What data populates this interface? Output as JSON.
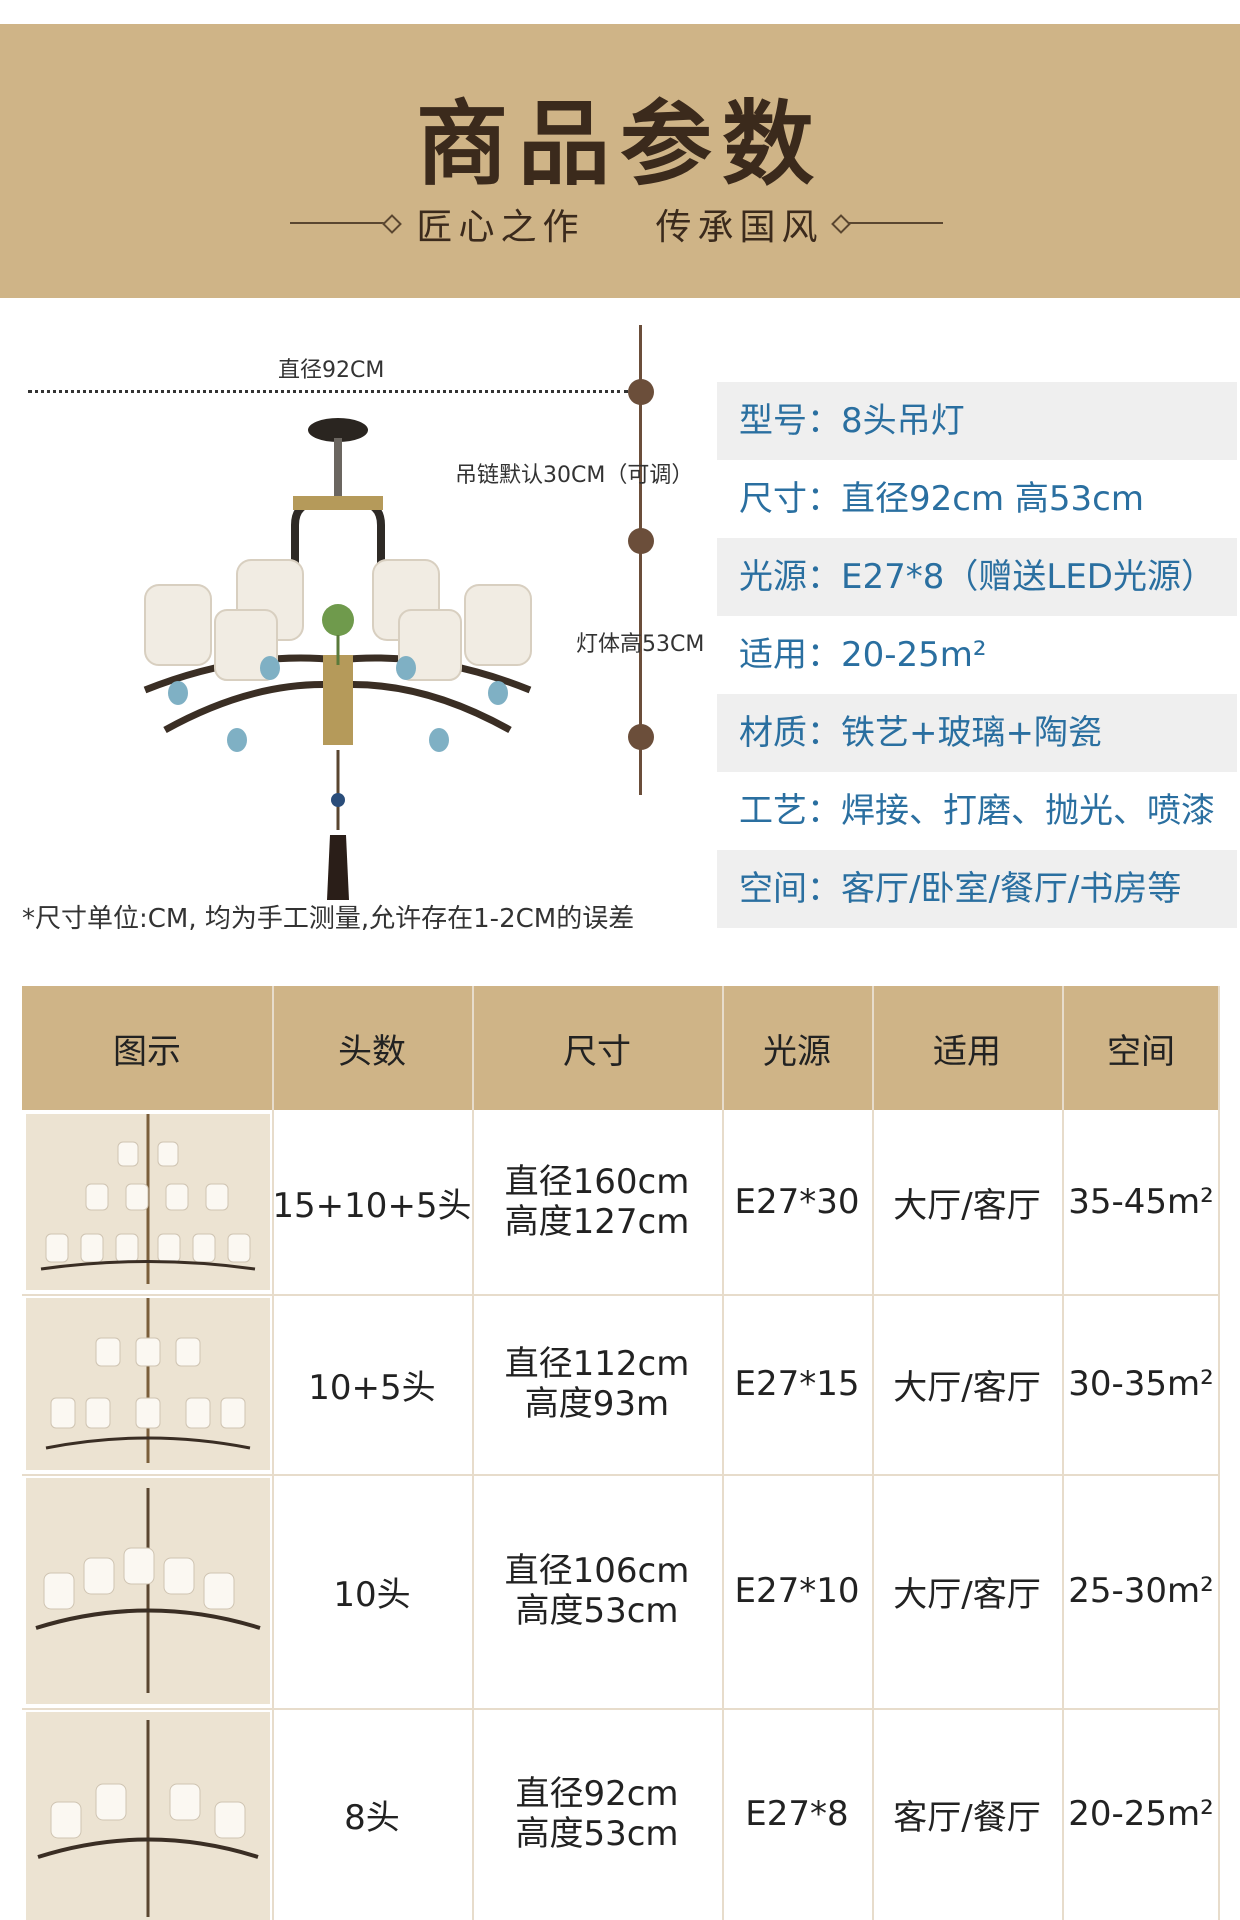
{
  "banner": {
    "title": "商品参数",
    "subtitle_left": "匠心之作",
    "subtitle_right": "传承国风"
  },
  "diagram": {
    "diameter": "直径92CM",
    "chain": "吊链默认30CM（可调）",
    "body_height": "灯体高53CM",
    "note": "*尺寸单位:CM, 均为手工测量,允许存在1-2CM的误差"
  },
  "specs": [
    {
      "label": "型号：",
      "value": "8头吊灯"
    },
    {
      "label": "尺寸：",
      "value": "直径92cm 高53cm"
    },
    {
      "label": "光源：",
      "value": "E27*8（赠送LED光源）"
    },
    {
      "label": "适用：",
      "value": "20-25m²"
    },
    {
      "label": "材质：",
      "value": "铁艺+玻璃+陶瓷"
    },
    {
      "label": "工艺：",
      "value": "焊接、打磨、抛光、喷漆"
    },
    {
      "label": "空间：",
      "value": "客厅/卧室/餐厅/书房等"
    }
  ],
  "table": {
    "headers": [
      "图示",
      "头数",
      "尺寸",
      "光源",
      "适用",
      "空间"
    ],
    "rows": [
      {
        "heads": "15+10+5头",
        "size1": "直径160cm",
        "size2": "高度127cm",
        "light": "E27*30",
        "room": "大厅/客厅",
        "area": "35-45m²"
      },
      {
        "heads": "10+5头",
        "size1": "直径112cm",
        "size2": "高度93m",
        "light": "E27*15",
        "room": "大厅/客厅",
        "area": "30-35m²"
      },
      {
        "heads": "10头",
        "size1": "直径106cm",
        "size2": "高度53cm",
        "light": "E27*10",
        "room": "大厅/客厅",
        "area": "25-30m²"
      },
      {
        "heads": "8头",
        "size1": "直径92cm",
        "size2": "高度53cm",
        "light": "E27*8",
        "room": "客厅/餐厅",
        "area": "20-25m²"
      }
    ]
  },
  "colors": {
    "banner": "#cfb487",
    "spec_text": "#2a6fa0",
    "brown": "#6b4e3a"
  }
}
